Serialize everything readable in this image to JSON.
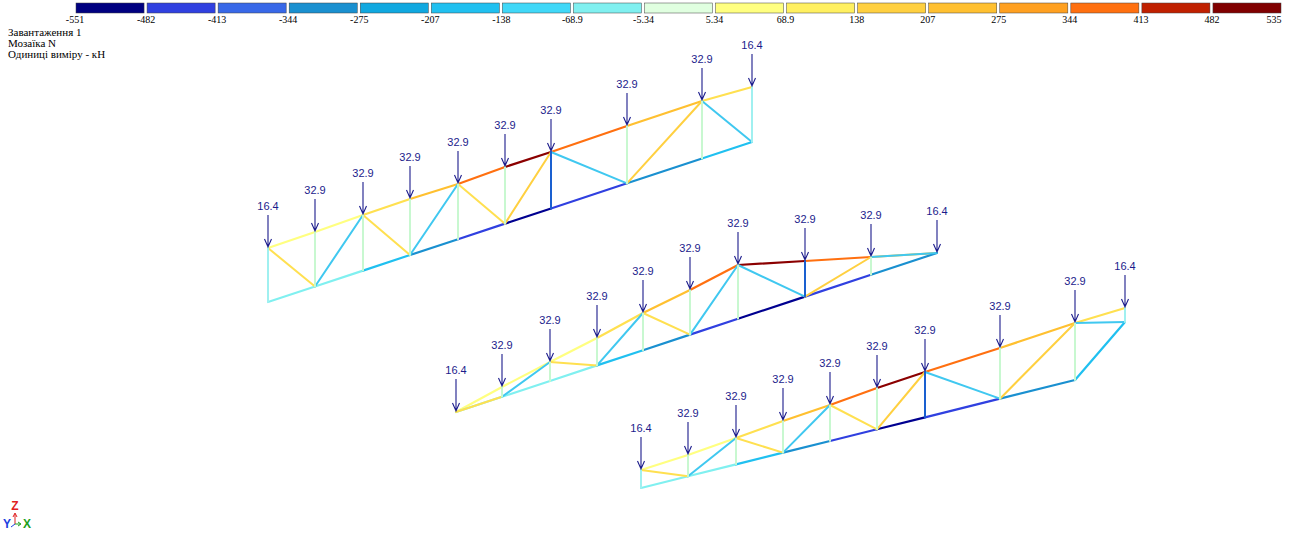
{
  "diagram": {
    "labels": [
      "Завантаження 1",
      "Мозаїка N",
      "Одиниці виміру - кН",
      "535",
      "16.4",
      "32.9",
      "32.9",
      "32.9",
      "32.9",
      "32.9",
      "32.9",
      "32.9",
      "32.9",
      "16.4",
      "16.4",
      "32.9",
      "32.9",
      "32.9",
      "32.9",
      "32.9",
      "32.9",
      "32.9",
      "32.9",
      "16.4",
      "16.4",
      "32.9",
      "32.9",
      "32.9",
      "32.9",
      "32.9",
      "32.9",
      "32.9",
      "32.9",
      "16.4",
      "Y",
      "Z",
      "X"
    ],
    "legend": [
      {
        "text": "-551",
        "color": "#000080"
      },
      {
        "text": "-482",
        "color": "#3040e0"
      },
      {
        "text": "-413",
        "color": "#3868e8"
      },
      {
        "text": "-344",
        "color": "#1a90d0"
      },
      {
        "text": "-275",
        "color": "#10a8e0"
      },
      {
        "text": "-207",
        "color": "#20c0f0"
      },
      {
        "text": "-138",
        "color": "#40d8f8"
      },
      {
        "text": "-68.9",
        "color": "#80f0f0"
      },
      {
        "text": "-5.34",
        "color": "#e0ffe0"
      },
      {
        "text": "5.34",
        "color": "#ffff80"
      },
      {
        "text": "68.9",
        "color": "#fff060"
      },
      {
        "text": "138",
        "color": "#ffd040"
      },
      {
        "text": "207",
        "color": "#ffc030"
      },
      {
        "text": "275",
        "color": "#ffa020"
      },
      {
        "text": "344",
        "color": "#ff7010"
      },
      {
        "text": "413",
        "color": "#c02000"
      },
      {
        "text": "482",
        "color": "#800000"
      }
    ]
  }
}
